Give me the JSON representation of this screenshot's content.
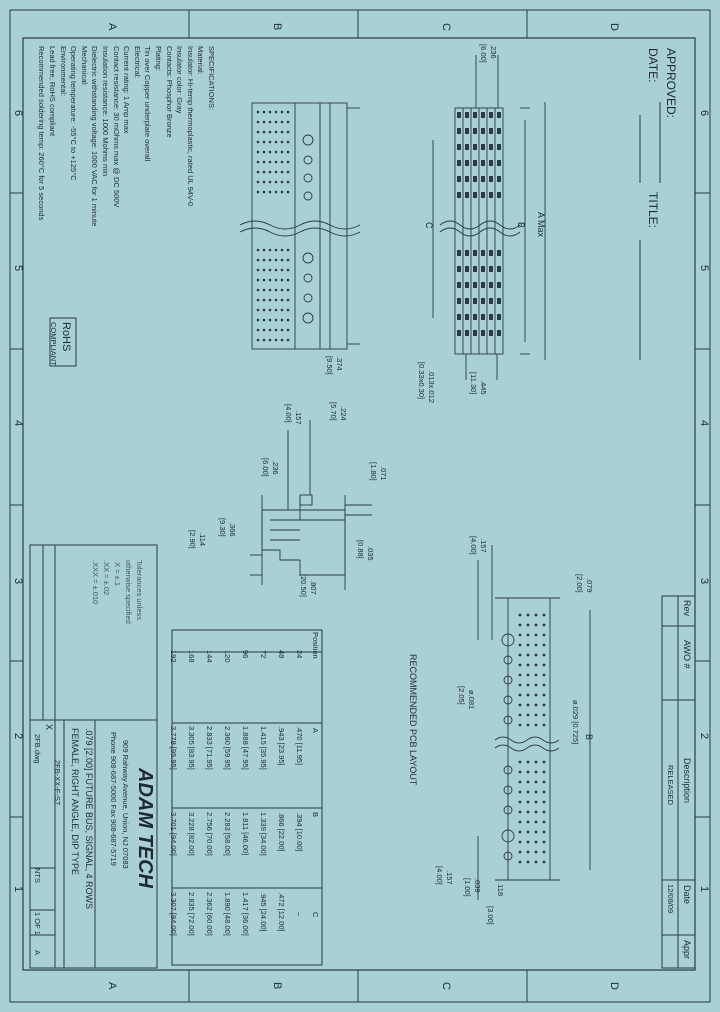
{
  "border": {
    "top_letters": [
      "A",
      "B",
      "C",
      "D"
    ],
    "bottom_letters": [
      "A",
      "B",
      "C",
      "D"
    ],
    "left_numbers": [
      "6",
      "5",
      "4",
      "3",
      "2",
      "1"
    ],
    "right_numbers": [
      "6",
      "5",
      "4",
      "3",
      "2",
      "1"
    ]
  },
  "approval": {
    "approved": "APPROVED:",
    "date": "DATE:",
    "title": "TITLE:"
  },
  "revision": {
    "headers": [
      "Rev",
      "AWO #",
      "Description",
      "Date",
      "Appr"
    ],
    "row": [
      "",
      "",
      "RELEASED",
      "12/08/09",
      ""
    ]
  },
  "notes": {
    "lines": [
      "SPECIFICATIONS:",
      "Material:",
      "Insulator: Hi-temp thermoplastic, rated UL 94V-0",
      "Insulator color: Gray",
      "Contacts: Phosphor Bronze",
      "Plating:",
      "Tin over Copper underplate overall",
      "Electrical:",
      "Current rating: 1 Amp max",
      "Contact resistance: 30 mOhms max @ DC 500V",
      "Insulation resistance: 1000 Mohms min",
      "Dielectric withstanding voltage: 1000 VAC for 1 minute",
      "Mechanical:",
      "Operating temperature: -55°C to +125°C",
      "Environmental:",
      "Lead free, RoHS compliant",
      "Recommended soldering temp: 260°C for 5 seconds"
    ],
    "rohs": "RoHS",
    "rohs_sub": "COMPLIANT"
  },
  "dimensions": {
    "a_max": "A Max",
    "b": "B",
    "c": "C",
    "d236": ".236",
    "d600": "[6.00]",
    "d445": ".445",
    "d1130": "[11.30]",
    "d013": ".013x.012",
    "d033": "[0.33x0.30]",
    "d374": ".374",
    "d950": "[9.50]",
    "d224": ".224",
    "d570": "[5.70]",
    "d157": ".157",
    "d400": "[4.00]",
    "d236b": ".236",
    "d600b": "[6.00]",
    "d071": ".071",
    "d180": "[1.80]",
    "d366": ".366",
    "d930": "[9.30]",
    "d114": ".114",
    "d290": "[2.90]",
    "d035": ".035",
    "d088": "[0.88]",
    "d807": ".807",
    "d2050": "[20.50]",
    "pcb_title": "RECOMMENDED PCB LAYOUT",
    "pcb_157": ".157",
    "pcb_400": "[4.00]",
    "pcb_079": ".079",
    "pcb_200": "[2.00]",
    "pcb_029": "ø.029 [0.725]",
    "pcb_081": "ø.081",
    "pcb_205": "[2.05]",
    "pcb_b": "B",
    "pcb_157b": ".157",
    "pcb_400b": "[4.00]",
    "pcb_039": ".039",
    "pcb_100": "[1.00]",
    "pcb_118": ".118",
    "pcb_300": "[3.00]"
  },
  "table": {
    "headers": [
      "Position",
      "A",
      "B",
      "C"
    ],
    "rows": [
      [
        "24",
        ".470 [11.95]",
        ".394 [10.00]",
        "–"
      ],
      [
        "48",
        ".943 [23.95]",
        ".866 [22.00]",
        ".472 [12.00]"
      ],
      [
        "72",
        "1.415 [35.95]",
        "1.339 [34.00]",
        ".945 [24.00]"
      ],
      [
        "96",
        "1.888 [47.95]",
        "1.811 [46.00]",
        "1.417 [36.00]"
      ],
      [
        "120",
        "2.360 [59.95]",
        "2.283 [58.00]",
        "1.890 [48.00]"
      ],
      [
        "144",
        "2.833 [71.95]",
        "2.756 [70.00]",
        "2.362 [60.00]"
      ],
      [
        "168",
        "3.305 [83.95]",
        "3.228 [82.00]",
        "2.835 [72.00]"
      ],
      [
        "192",
        "3.778 [95.95]",
        "3.701 [94.00]",
        "3.307 [84.00]"
      ]
    ]
  },
  "title_block": {
    "company": "ADAM TECH",
    "address": "909 Rahway Avenue, Union, NJ 07083",
    "phone": "Phone 908-687-5000 Fax 908-687-5719",
    "desc1": ".079 [2.00] FUTURE BUS, SIGNAL, 4 ROWS",
    "desc2": "FEMALE, RIGHT ANGLE, DIP TYPE",
    "part": "2FB-XX-F-ST",
    "scale": "NTS",
    "size": "A",
    "sheet": "1 OF 1",
    "x_mark": "X",
    "file": "2FB.dwg",
    "left_col": [
      "Tolerances unless",
      "otherwise specified",
      ".X = ±.1",
      ".XX = ±.02",
      ".XXX = ±.010"
    ]
  }
}
